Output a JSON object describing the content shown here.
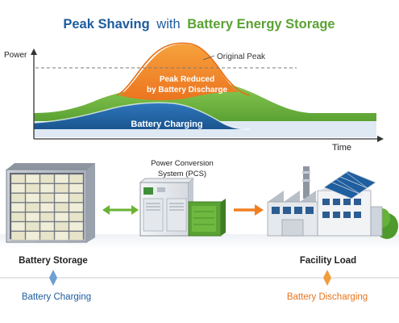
{
  "title": {
    "part1": "Peak Shaving",
    "part2": "with",
    "part3": "Battery Energy Storage"
  },
  "chart": {
    "y_axis_label": "Power",
    "x_axis_label": "Time",
    "original_peak_label": "Original Peak",
    "peak_reduced_label_line1": "Peak Reduced",
    "peak_reduced_label_line2": "by Battery Discharge",
    "battery_charging_label": "Battery Charging"
  },
  "components": {
    "pcs_label_line1": "Power Conversion",
    "pcs_label_line2": "System (PCS)",
    "battery_storage_label": "Battery Storage",
    "facility_load_label": "Facility Load"
  },
  "legend": {
    "charging_label": "Battery Charging",
    "discharging_label": "Battery Discharging"
  },
  "colors": {
    "title_blue": "#1d5c9e",
    "title_green": "#5aa233",
    "green_area": "#7cc04a",
    "orange_area": "#f07f22",
    "blue_area": "#1f63a8",
    "arrow_green": "#6ab233",
    "arrow_orange": "#f07f22"
  }
}
